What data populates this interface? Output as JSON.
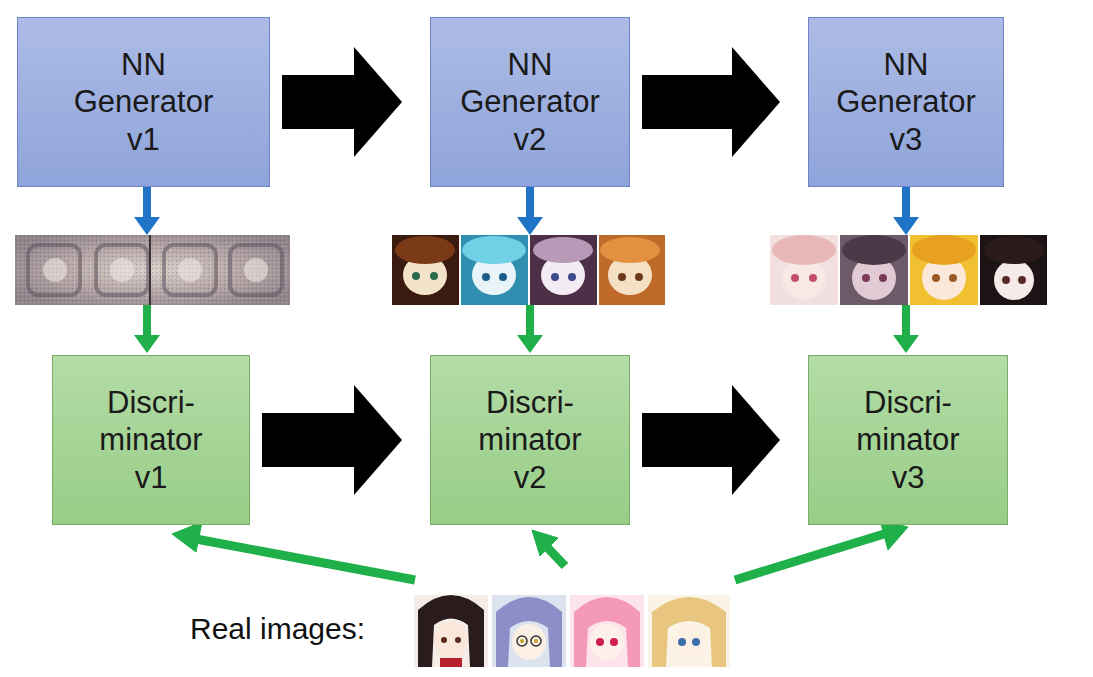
{
  "diagram": {
    "nodes": [
      {
        "text": [
          "NN Generator v1"
        ]
      },
      {
        "text": [
          "NN Generator v2"
        ]
      },
      {
        "text": [
          "NN Generator v3"
        ]
      },
      {
        "text": [
          "Discri- minator v1"
        ]
      },
      {
        "text": [
          "Discri- minator v2"
        ]
      },
      {
        "text": [
          "Discri- minator v3"
        ]
      }
    ],
    "edges": [
      {
        "from": 0,
        "to": 1,
        "arrow": "to"
      },
      {
        "from": 1,
        "to": 2,
        "arrow": "to"
      },
      {
        "from": 3,
        "to": 4,
        "arrow": "to"
      },
      {
        "from": 4,
        "to": 5,
        "arrow": "to"
      },
      {
        "from": 0,
        "to": 3,
        "arrow": "to"
      },
      {
        "from": 1,
        "to": 4,
        "arrow": "to"
      },
      {
        "from": 2,
        "to": 5,
        "arrow": "to"
      }
    ],
    "labels": [
      "Real images:"
    ]
  }
}
